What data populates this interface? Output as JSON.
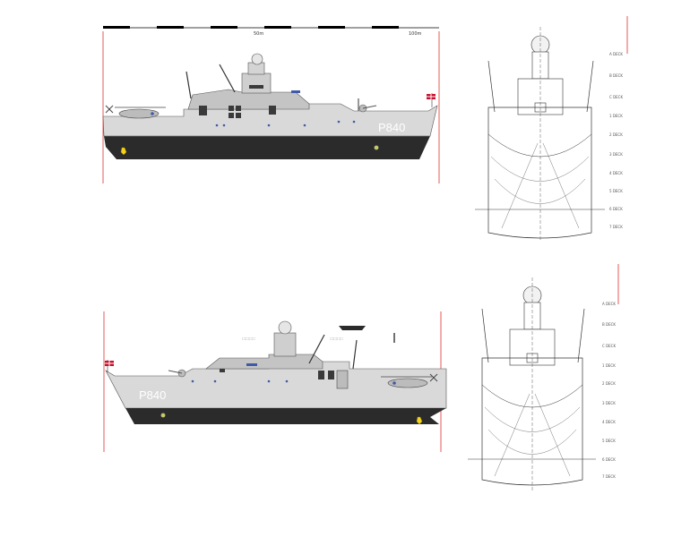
{
  "scale_bar": {
    "mid_label": "50m",
    "end_label": "100m"
  },
  "hull_number": "P840",
  "front_deck_labels": [
    "A DECK",
    "B DECK",
    "C DECK",
    "1 DECK",
    "2 DECK",
    "3 DECK",
    "4 DECK",
    "5 DECK",
    "6 DECK",
    "7 DECK"
  ],
  "colors": {
    "hull_light": "#d9d9d9",
    "hull_mid": "#c4c4c4",
    "boot_top": "#2b2b2b",
    "window": "#3a3a3a",
    "accent_blue": "#3f5ba8",
    "propeller": "#f2d21a",
    "frame_line": "#e0302a"
  },
  "icons": [
    "helicopter-icon",
    "radar-dome-icon",
    "rhib-boat-icon",
    "ensign-flag-icon",
    "propeller-icon",
    "antenna-mast-icon"
  ]
}
